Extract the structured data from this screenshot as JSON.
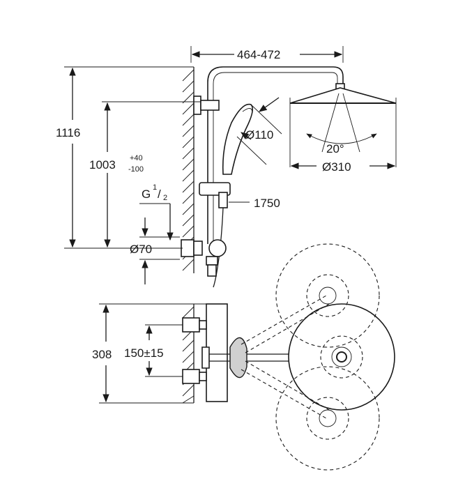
{
  "diagram": {
    "labels": {
      "overall_height": "1116",
      "arm_reach": "464-472",
      "rail_height": "1003",
      "rail_tolerance_plus": "+40",
      "rail_tolerance_minus": "-100",
      "thread_main": "G",
      "thread_num": "1",
      "thread_den": "2",
      "hose_length": "1750",
      "hand_shower_diameter": "Ø110",
      "head_shower_diameter": "Ø310",
      "rosette_diameter": "Ø70",
      "spray_angle": "20°",
      "mixer_height": "308",
      "inlet_spacing": "150±15"
    }
  }
}
